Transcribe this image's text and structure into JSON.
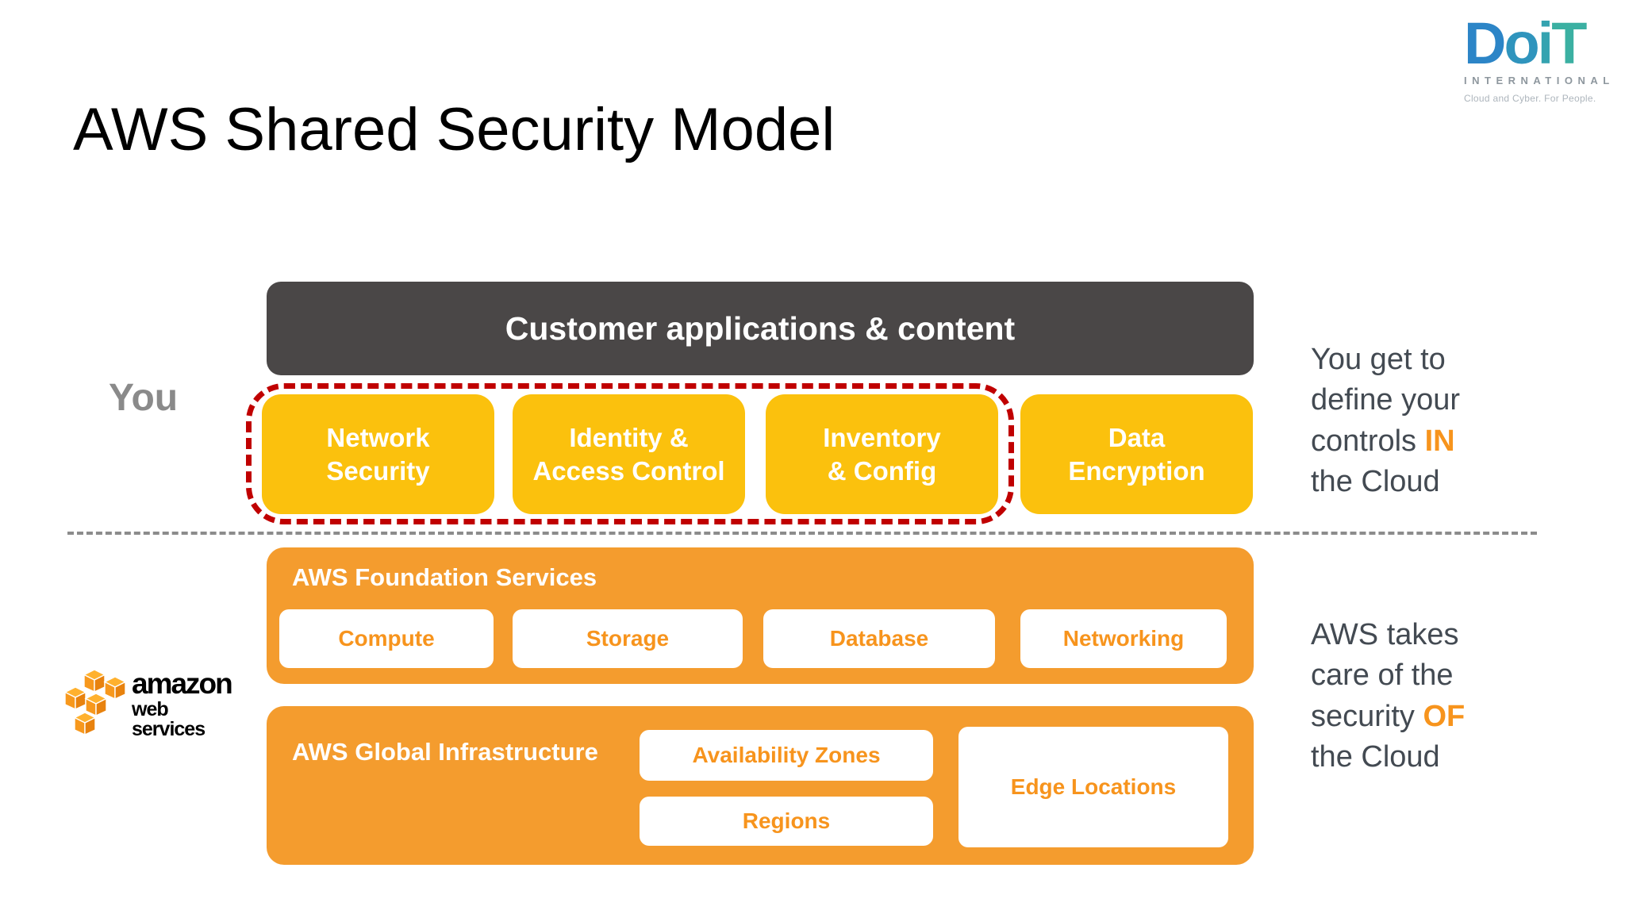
{
  "title": "AWS Shared Security Model",
  "doit_logo": {
    "letters": [
      "D",
      "o",
      "i",
      "T"
    ],
    "subtitle": "INTERNATIONAL",
    "tagline": "Cloud and Cyber. For People."
  },
  "aws_logo": {
    "line1": "amazon",
    "line2": "web services"
  },
  "diagram": {
    "you_label": "You",
    "customer_bar_label": "Customer applications & content",
    "customer_boxes": [
      {
        "line1": "Network",
        "line2": "Security"
      },
      {
        "line1": "Identity &",
        "line2": "Access Control"
      },
      {
        "line1": "Inventory",
        "line2": "& Config"
      },
      {
        "line1": "Data",
        "line2": "Encryption"
      }
    ],
    "foundation": {
      "title": "AWS Foundation Services",
      "items": [
        "Compute",
        "Storage",
        "Database",
        "Networking"
      ]
    },
    "global_infra": {
      "title": "AWS Global Infrastructure",
      "center_items": [
        "Availability Zones",
        "Regions"
      ],
      "right_item": "Edge Locations"
    }
  },
  "captions": {
    "right_top": {
      "pre": "You get to define your controls ",
      "highlight": "IN",
      "post": " the Cloud"
    },
    "right_bottom": {
      "pre": "AWS takes care of the security ",
      "highlight": "OF",
      "post": " the Cloud"
    }
  },
  "colors": {
    "yellow_box": "#FBC10D",
    "orange_container": "#F49C2E",
    "orange_text": "#F7941D",
    "dark_bar": "#4A4747",
    "red_outline": "#C00000",
    "gray_dashed": "#8C8C8C",
    "caption_text": "#434A52",
    "doit_blue": "#2C85C7",
    "doit_teal": "#3BB0A2"
  }
}
